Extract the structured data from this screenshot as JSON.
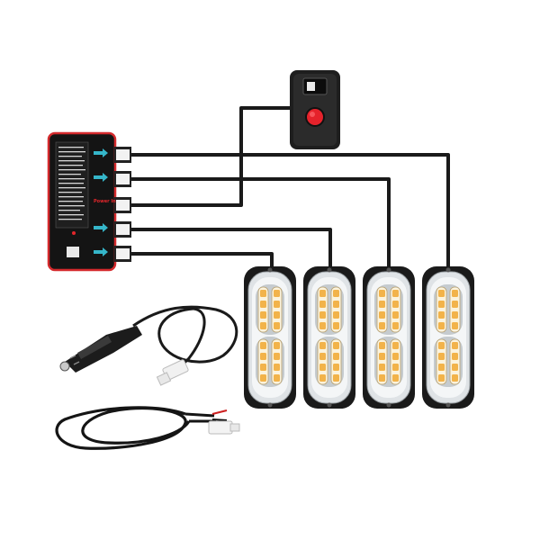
{
  "controller": {
    "port_label": "Power In",
    "accent_color": "#e3262b",
    "arrow_color": "#35b6c9"
  },
  "lights": {
    "count": 4,
    "led_color": "#f2b34a",
    "lens_color": "#fbf3dd"
  },
  "switch": {
    "button_color": "#e5222b"
  },
  "icons": [
    "controller-box",
    "rocker-switch",
    "strobe-light-head",
    "cigarette-lighter-plug",
    "power-cable"
  ]
}
